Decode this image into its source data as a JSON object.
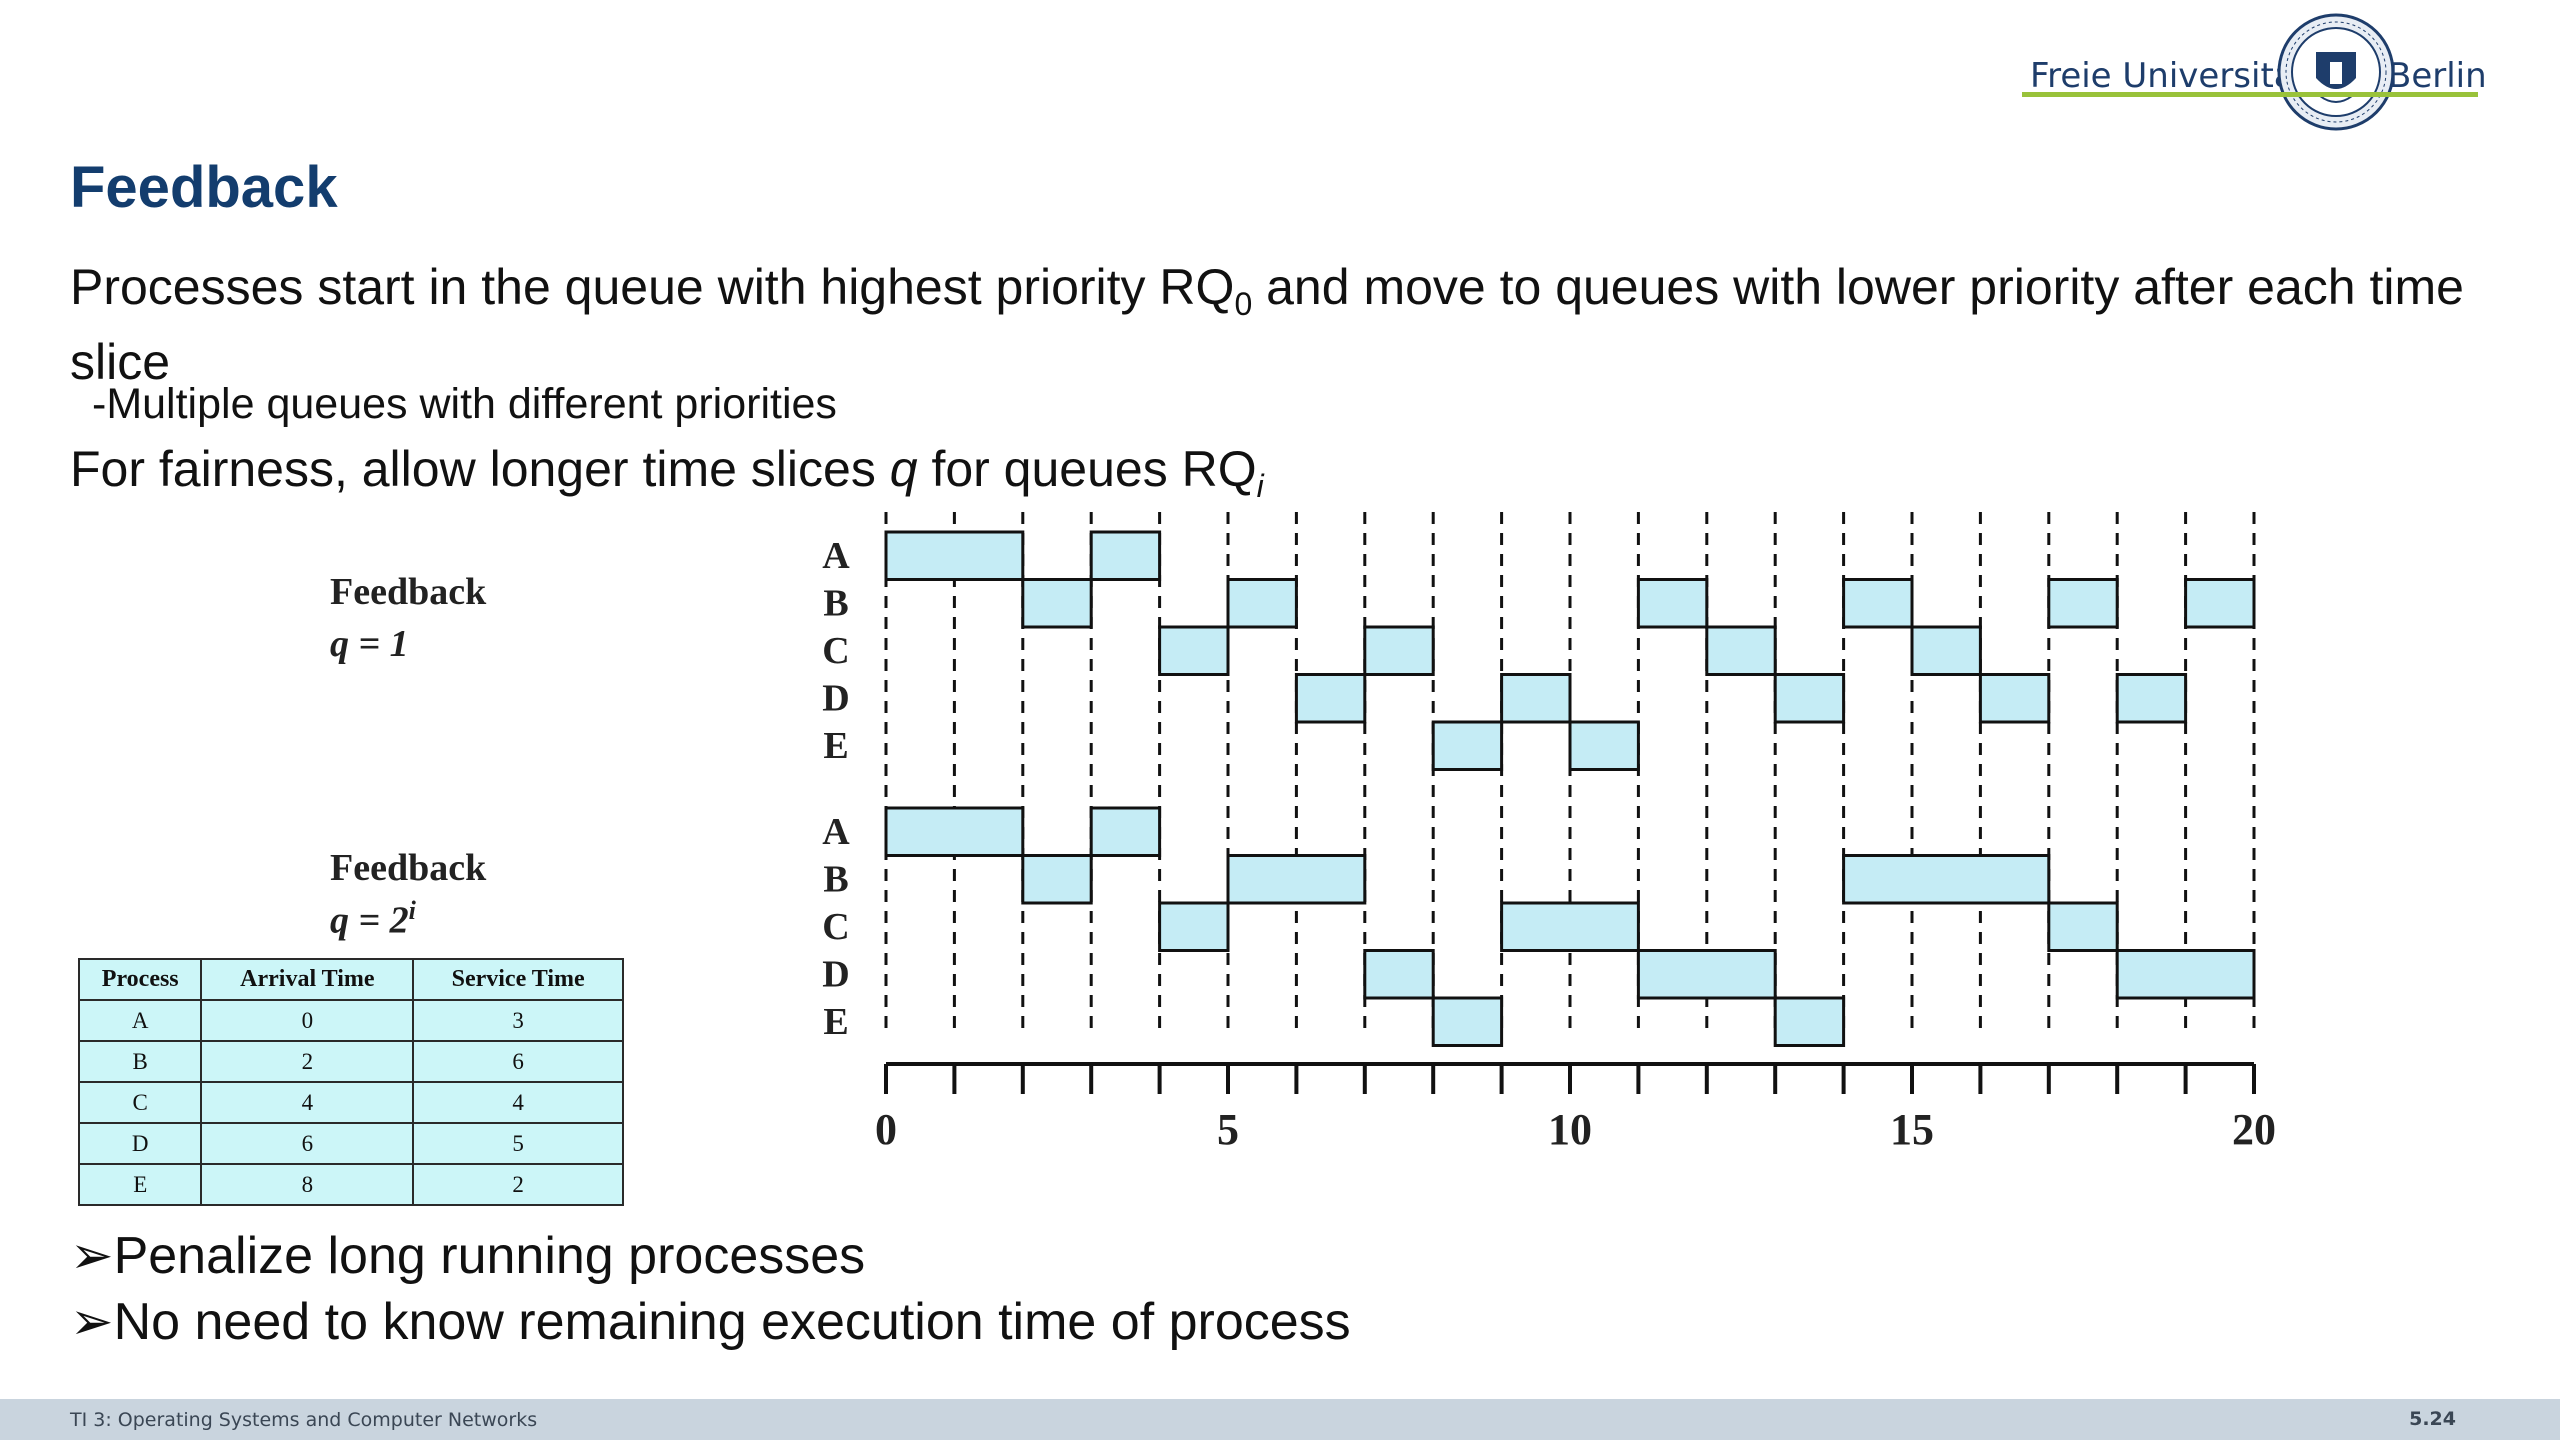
{
  "logo": {
    "left_text": "Freie Universität",
    "right_text": "Berlin"
  },
  "slide": {
    "title": "Feedback",
    "line1_pre": "Processes start in the queue with highest priority RQ",
    "line1_sub": "0",
    "line1_post": " and move to queues with lower priority after each time slice",
    "bullet": "Multiple queues with different priorities",
    "line3_pre": "For fairness, allow longer time slices ",
    "line3_q": "q",
    "line3_mid": " for queues RQ",
    "line3_sub": "i",
    "arrow1": "Penalize long running processes",
    "arrow2": "No need to know remaining execution time of process"
  },
  "diagram": {
    "label1": "Feedback",
    "q1": "q = 1",
    "label2": "Feedback",
    "q2_base": "q = 2",
    "q2_sup": "i"
  },
  "process_table": {
    "headers": [
      "Process",
      "Arrival Time",
      "Service Time"
    ],
    "rows": [
      [
        "A",
        "0",
        "3"
      ],
      [
        "B",
        "2",
        "6"
      ],
      [
        "C",
        "4",
        "4"
      ],
      [
        "D",
        "6",
        "5"
      ],
      [
        "E",
        "8",
        "2"
      ]
    ]
  },
  "chart_data": {
    "type": "gantt",
    "processes": [
      "A",
      "B",
      "C",
      "D",
      "E"
    ],
    "x_ticks": [
      0,
      5,
      10,
      15,
      20
    ],
    "xlim": [
      0,
      20
    ],
    "fill_color": "#c5ecf5",
    "schedules": [
      {
        "label": "Feedback q = 1",
        "slices": {
          "A": [
            [
              0,
              2
            ],
            [
              3,
              4
            ]
          ],
          "B": [
            [
              2,
              3
            ],
            [
              5,
              6
            ],
            [
              11,
              12
            ],
            [
              14,
              15
            ],
            [
              17,
              18
            ],
            [
              19,
              20
            ]
          ],
          "C": [
            [
              4,
              5
            ],
            [
              7,
              8
            ],
            [
              12,
              13
            ],
            [
              15,
              16
            ]
          ],
          "D": [
            [
              6,
              7
            ],
            [
              9,
              10
            ],
            [
              13,
              14
            ],
            [
              16,
              17
            ],
            [
              18,
              19
            ]
          ],
          "E": [
            [
              8,
              9
            ],
            [
              10,
              11
            ]
          ]
        }
      },
      {
        "label": "Feedback q = 2^i",
        "slices": {
          "A": [
            [
              0,
              2
            ],
            [
              3,
              4
            ]
          ],
          "B": [
            [
              2,
              3
            ],
            [
              5,
              7
            ],
            [
              14,
              17
            ]
          ],
          "C": [
            [
              4,
              5
            ],
            [
              9,
              11
            ],
            [
              17,
              18
            ]
          ],
          "D": [
            [
              7,
              8
            ],
            [
              11,
              13
            ],
            [
              18,
              20
            ]
          ],
          "E": [
            [
              8,
              9
            ],
            [
              13,
              14
            ]
          ]
        }
      }
    ]
  },
  "footer": {
    "left": "TI 3: Operating Systems and Computer Networks",
    "right": "5.24"
  }
}
